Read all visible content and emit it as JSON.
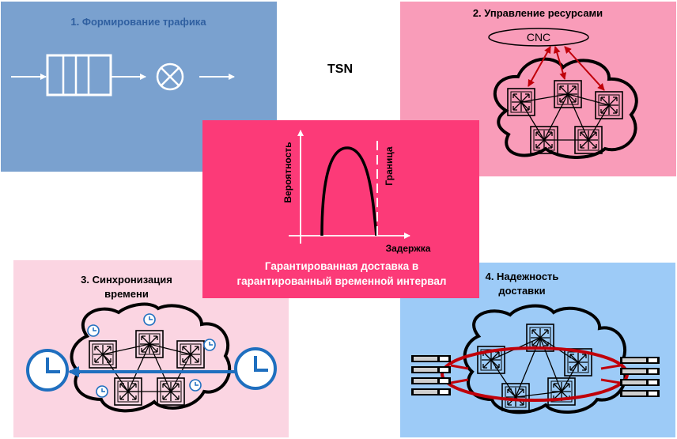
{
  "center_title": "TSN",
  "panels": {
    "shaping": {
      "title": "1. Формирование трафика"
    },
    "resources": {
      "title": "2. Управление ресурсами",
      "controller": "CNC"
    },
    "sync": {
      "title_line1": "3. Синхронизация",
      "title_line2": "времени"
    },
    "reliability": {
      "title_line1": "4. Надежность",
      "title_line2": "доставки"
    },
    "guarantee": {
      "caption_line1": "Гарантированная доставка в",
      "caption_line2": "гарантированный временной интервал",
      "y_label": "Вероятность",
      "x_label": "Задержка",
      "bound_label": "Граница"
    }
  },
  "colors": {
    "panel_shaping": "#7aa1cf",
    "panel_resources": "#f99cb9",
    "panel_sync": "#fbd5e2",
    "panel_reliability": "#9dcbf7",
    "panel_guarantee": "#fc3a78",
    "clock_blue": "#1f6fbf",
    "arrow_red": "#c0000a"
  }
}
